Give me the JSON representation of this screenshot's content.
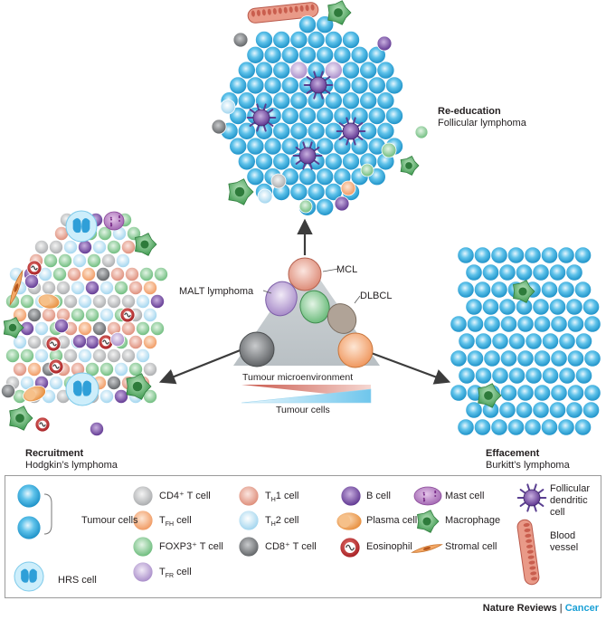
{
  "panels": {
    "top": {
      "title": "Re-education",
      "subtitle": "Follicular lymphoma"
    },
    "left": {
      "title": "Recruitment",
      "subtitle": "Hodgkin’s lymphoma"
    },
    "right": {
      "title": "Effacement",
      "subtitle": "Burkitt’s lymphoma"
    }
  },
  "triangle": {
    "labels": {
      "mcl": "MCL",
      "malt": "MALT lymphoma",
      "dlbcl": "DLBCL"
    },
    "scale": {
      "microenvironment": "Tumour microenvironment",
      "tumour": "Tumour cells"
    }
  },
  "legend": {
    "tumour_cells": "Tumour cells",
    "hrs_cell": "HRS cell",
    "cd4": "CD4⁺ T cell",
    "tfh": {
      "main": "T",
      "sub": "FH",
      "rest": " cell"
    },
    "foxp3": "FOXP3⁺ T cell",
    "tfr": {
      "main": "T",
      "sub": "FR",
      "rest": " cell"
    },
    "th1": {
      "main": "T",
      "sub": "H",
      "rest": "1 cell"
    },
    "th2": {
      "main": "T",
      "sub": "H",
      "rest": "2 cell"
    },
    "cd8": "CD8⁺ T cell",
    "b_cell": "B cell",
    "plasma": "Plasma cell",
    "eosinophil": "Eosinophil",
    "mast": "Mast cell",
    "macrophage": "Macrophage",
    "stromal": "Stromal cell",
    "fdc": "Follicular dendritic cell",
    "vessel": "Blood vessel"
  },
  "brand": {
    "part1": "Nature Reviews",
    "sep": " | ",
    "part2": "Cancer"
  },
  "colors": {
    "tumour": "#29a6dd",
    "tumour_light": "#bfe6f7",
    "cd4": "#c9c9c9",
    "tfh": "#f6b58c",
    "foxp3": "#8fce9a",
    "tfr": "#c7b3de",
    "th1": "#efb0a2",
    "th2": "#bfe4f5",
    "cd8": "#8a8d90",
    "b": "#7b4ea2",
    "plasma": "#f2a45a",
    "eos": "#c0282c",
    "mast": "#b982c0",
    "macro": "#4cae5c",
    "stromal": "#f3a25e",
    "fdc": "#6b4aa0",
    "vessel": "#e58f7d"
  }
}
